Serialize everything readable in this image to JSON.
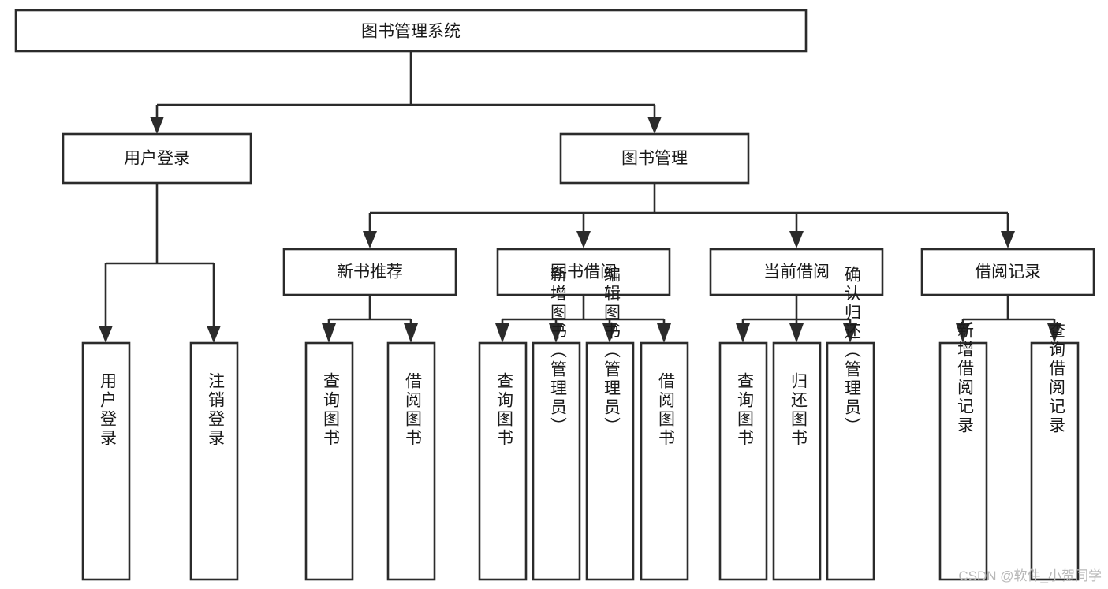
{
  "diagram": {
    "kind": "tree-structure-chart",
    "title_node": "图书管理系统",
    "watermark": "CSDN @软件_小贺同学",
    "colors": {
      "background": "#ffffff",
      "box_fill": "#ffffff",
      "box_stroke": "#2b2b2b",
      "text": "#1a1a1a",
      "watermark": "#b8b8b8"
    },
    "levels": {
      "level1": [
        "图书管理系统"
      ],
      "level2": [
        "用户登录",
        "图书管理"
      ],
      "level3": [
        "新书推荐",
        "图书借阅",
        "当前借阅",
        "借阅记录"
      ],
      "level4": [
        "用户登录",
        "注销登录",
        "查询图书",
        "借阅图书",
        "查询图书",
        "新增图书（管理员）",
        "编辑图书（管理员）",
        "借阅图书",
        "查询图书",
        "归还图书",
        "确认归还（管理员）",
        "新增借阅记录",
        "查询借阅记录"
      ]
    },
    "nodes": {
      "root": {
        "label": "图书管理系统"
      },
      "user_login": {
        "label": "用户登录"
      },
      "book_manage": {
        "label": "图书管理"
      },
      "new_book_rec": {
        "label": "新书推荐"
      },
      "book_borrow": {
        "label": "图书借阅"
      },
      "current_borrow": {
        "label": "当前借阅"
      },
      "borrow_record": {
        "label": "借阅记录"
      },
      "leaf_user_login": {
        "label": "用户登录"
      },
      "leaf_user_logout": {
        "label": "注销登录"
      },
      "leaf_query_book_a": {
        "label": "查询图书"
      },
      "leaf_borrow_book_a": {
        "label": "借阅图书"
      },
      "leaf_query_book_b": {
        "label": "查询图书"
      },
      "leaf_add_book": {
        "label": "新增图书（管理员）"
      },
      "leaf_edit_book": {
        "label": "编辑图书（管理员）"
      },
      "leaf_borrow_book_b": {
        "label": "借阅图书"
      },
      "leaf_query_book_c": {
        "label": "查询图书"
      },
      "leaf_return_book": {
        "label": "归还图书"
      },
      "leaf_confirm_return": {
        "label": "确认归还（管理员）"
      },
      "leaf_add_record": {
        "label": "新增借阅记录"
      },
      "leaf_query_record": {
        "label": "查询借阅记录"
      }
    },
    "edges": [
      {
        "from": "root",
        "to": "user_login"
      },
      {
        "from": "root",
        "to": "book_manage"
      },
      {
        "from": "user_login",
        "to": "leaf_user_login"
      },
      {
        "from": "user_login",
        "to": "leaf_user_logout"
      },
      {
        "from": "book_manage",
        "to": "new_book_rec"
      },
      {
        "from": "book_manage",
        "to": "book_borrow"
      },
      {
        "from": "book_manage",
        "to": "current_borrow"
      },
      {
        "from": "book_manage",
        "to": "borrow_record"
      },
      {
        "from": "new_book_rec",
        "to": "leaf_query_book_a"
      },
      {
        "from": "new_book_rec",
        "to": "leaf_borrow_book_a"
      },
      {
        "from": "book_borrow",
        "to": "leaf_query_book_b"
      },
      {
        "from": "book_borrow",
        "to": "leaf_add_book"
      },
      {
        "from": "book_borrow",
        "to": "leaf_edit_book"
      },
      {
        "from": "book_borrow",
        "to": "leaf_borrow_book_b"
      },
      {
        "from": "current_borrow",
        "to": "leaf_query_book_c"
      },
      {
        "from": "current_borrow",
        "to": "leaf_return_book"
      },
      {
        "from": "current_borrow",
        "to": "leaf_confirm_return"
      },
      {
        "from": "borrow_record",
        "to": "leaf_add_record"
      },
      {
        "from": "borrow_record",
        "to": "leaf_query_record"
      }
    ]
  }
}
